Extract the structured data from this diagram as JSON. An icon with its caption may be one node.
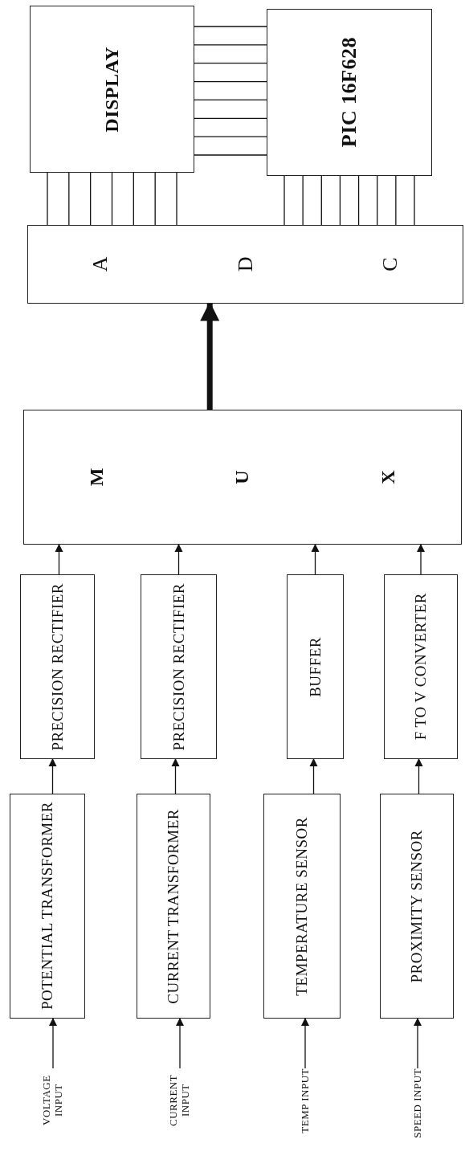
{
  "diagram": {
    "nodes": [
      {
        "text": [
          "DISPLAY"
        ]
      },
      {
        "text": [
          "PIC 16F628"
        ]
      },
      {
        "text": [
          "A",
          "D",
          "C"
        ]
      },
      {
        "text": [
          "M",
          "U",
          "X"
        ]
      },
      {
        "text": [
          "PRECISION RECTIFIER"
        ]
      },
      {
        "text": [
          "PRECISION RECTIFIER"
        ]
      },
      {
        "text": [
          "BUFFER"
        ]
      },
      {
        "text": [
          "F TO V CONVERTER"
        ]
      },
      {
        "text": [
          "POTENTIAL TRANSFORMER"
        ]
      },
      {
        "text": [
          "CURRENT TRANSFORMER"
        ]
      },
      {
        "text": [
          "TEMPERATURE SENSOR"
        ]
      },
      {
        "text": [
          "PROXIMITY SENSOR"
        ]
      },
      {
        "text": [
          "VOLTAGE INPUT"
        ]
      },
      {
        "text": [
          "CURRENT INPUT"
        ]
      },
      {
        "text": [
          "TEMP INPUT"
        ]
      },
      {
        "text": [
          "SPEED INPUT"
        ]
      }
    ],
    "edges": [
      {
        "from": 12,
        "to": 8,
        "arrow": "to"
      },
      {
        "from": 13,
        "to": 9,
        "arrow": "to"
      },
      {
        "from": 14,
        "to": 10,
        "arrow": "to"
      },
      {
        "from": 15,
        "to": 11,
        "arrow": "to"
      },
      {
        "from": 8,
        "to": 4,
        "arrow": "to"
      },
      {
        "from": 9,
        "to": 5,
        "arrow": "to"
      },
      {
        "from": 10,
        "to": 6,
        "arrow": "to"
      },
      {
        "from": 11,
        "to": 7,
        "arrow": "to"
      },
      {
        "from": 4,
        "to": 3,
        "arrow": "to"
      },
      {
        "from": 5,
        "to": 3,
        "arrow": "to"
      },
      {
        "from": 6,
        "to": 3,
        "arrow": "to"
      },
      {
        "from": 7,
        "to": 3,
        "arrow": "to"
      },
      {
        "from": 3,
        "to": 2,
        "arrow": "to",
        "style": "thick"
      },
      {
        "from": 2,
        "to": 0,
        "arrow": "none"
      },
      {
        "from": 2,
        "to": 0,
        "arrow": "none"
      },
      {
        "from": 2,
        "to": 0,
        "arrow": "none"
      },
      {
        "from": 2,
        "to": 0,
        "arrow": "none"
      },
      {
        "from": 2,
        "to": 0,
        "arrow": "none"
      },
      {
        "from": 2,
        "to": 0,
        "arrow": "none"
      },
      {
        "from": 2,
        "to": 0,
        "arrow": "none"
      },
      {
        "from": 2,
        "to": 1,
        "arrow": "none"
      },
      {
        "from": 2,
        "to": 1,
        "arrow": "none"
      },
      {
        "from": 2,
        "to": 1,
        "arrow": "none"
      },
      {
        "from": 2,
        "to": 1,
        "arrow": "none"
      },
      {
        "from": 2,
        "to": 1,
        "arrow": "none"
      },
      {
        "from": 2,
        "to": 1,
        "arrow": "none"
      },
      {
        "from": 2,
        "to": 1,
        "arrow": "none"
      },
      {
        "from": 2,
        "to": 1,
        "arrow": "none"
      },
      {
        "from": 0,
        "to": 1,
        "arrow": "none"
      },
      {
        "from": 0,
        "to": 1,
        "arrow": "none"
      },
      {
        "from": 0,
        "to": 1,
        "arrow": "none"
      },
      {
        "from": 0,
        "to": 1,
        "arrow": "none"
      },
      {
        "from": 0,
        "to": 1,
        "arrow": "none"
      },
      {
        "from": 0,
        "to": 1,
        "arrow": "none"
      },
      {
        "from": 0,
        "to": 1,
        "arrow": "none"
      },
      {
        "from": 0,
        "to": 1,
        "arrow": "none"
      }
    ]
  }
}
